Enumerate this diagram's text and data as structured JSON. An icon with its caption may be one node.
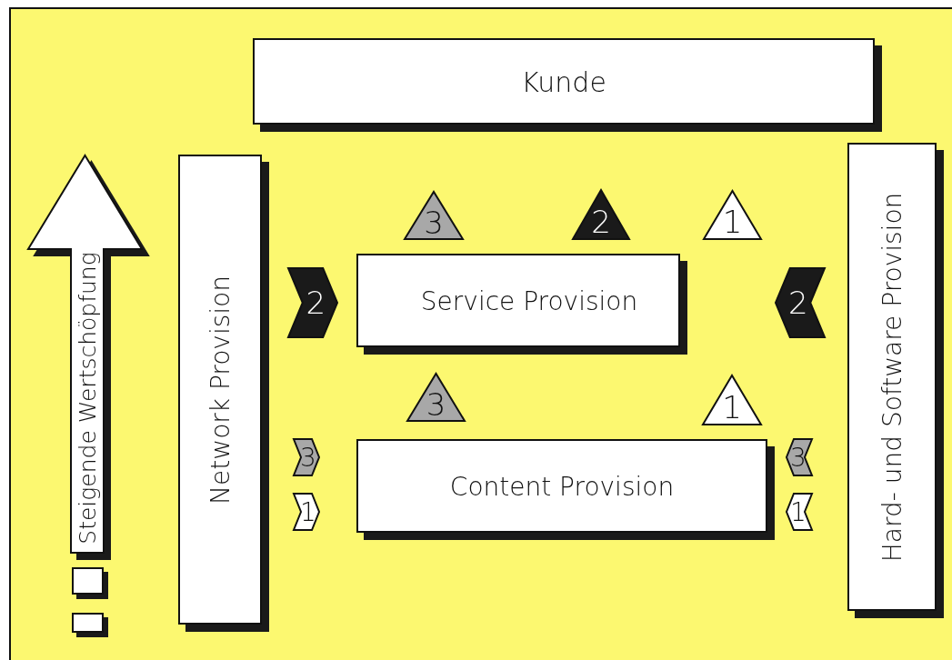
{
  "diagram": {
    "nodes": [
      {
        "text": [
          "Kunde"
        ]
      },
      {
        "text": [
          "Steigende Wertschöpfung"
        ]
      },
      {
        "text": [
          "Network Provision"
        ]
      },
      {
        "text": [
          "3"
        ]
      },
      {
        "text": [
          "2"
        ]
      },
      {
        "text": [
          "1"
        ]
      },
      {
        "text": [
          "Hard- und Software Provision"
        ]
      },
      {
        "text": [
          "2"
        ]
      },
      {
        "text": [
          "Service Provision"
        ]
      },
      {
        "text": [
          "2"
        ]
      },
      {
        "text": [
          "3"
        ]
      },
      {
        "text": [
          "1"
        ]
      },
      {
        "text": [
          "3"
        ]
      },
      {
        "text": [
          "Content Provision"
        ]
      },
      {
        "text": [
          "3"
        ]
      },
      {
        "text": [
          "1"
        ]
      },
      {
        "text": [
          "1"
        ]
      },
      {
        "text": [],
        "shape": "box"
      },
      {
        "text": [],
        "shape": "box"
      }
    ]
  }
}
